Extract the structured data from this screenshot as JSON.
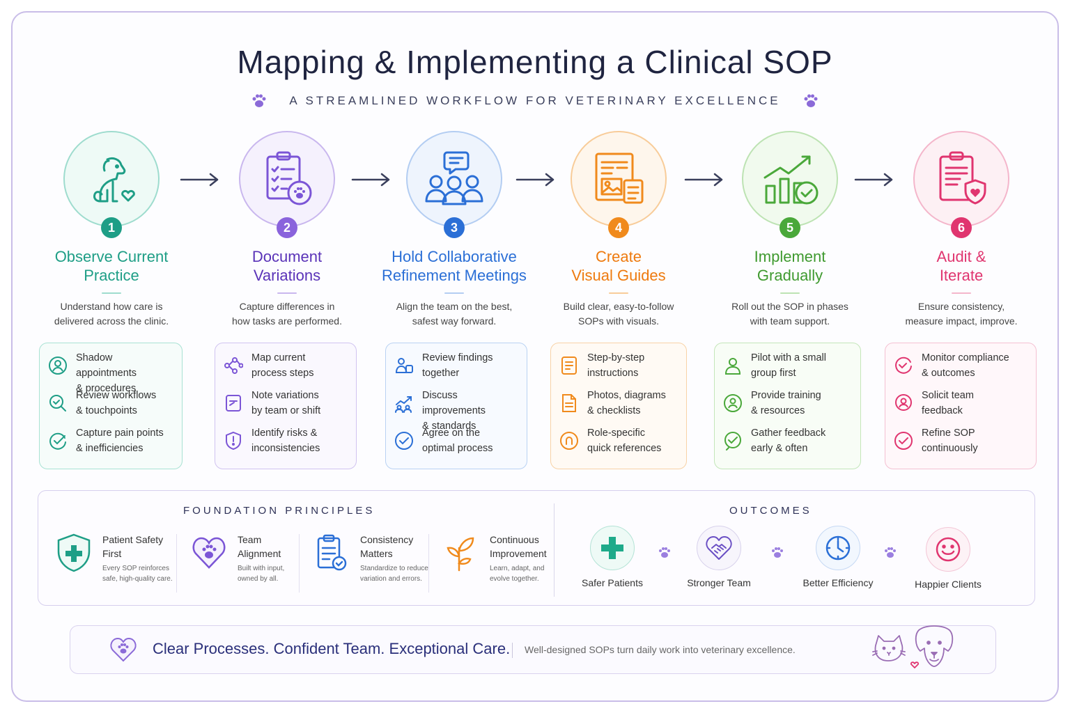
{
  "header": {
    "title": "Mapping & Implementing a Clinical SOP",
    "subtitle": "A STREAMLINED WORKFLOW FOR VETERINARY EXCELLENCE"
  },
  "steps": [
    {
      "number": "1",
      "title_line1": "Observe Current",
      "title_line2": "Practice",
      "desc_line1": "Understand how care is",
      "desc_line2": "delivered across the clinic.",
      "color": "#1e9e86",
      "icon": "dog-heart-icon",
      "items": [
        {
          "icon": "person-circle-icon",
          "line1": "Shadow appointments",
          "line2": "& procedures"
        },
        {
          "icon": "magnify-check-icon",
          "line1": "Review workflows",
          "line2": "& touchpoints"
        },
        {
          "icon": "check-arrow-icon",
          "line1": "Capture pain points",
          "line2": "& inefficiencies"
        }
      ]
    },
    {
      "number": "2",
      "title_line1": "Document",
      "title_line2": "Variations",
      "desc_line1": "Capture differences in",
      "desc_line2": "how tasks are performed.",
      "color": "#7b55d6",
      "icon": "clipboard-paw-icon",
      "items": [
        {
          "icon": "flow-map-icon",
          "line1": "Map current",
          "line2": "process steps"
        },
        {
          "icon": "note-edit-icon",
          "line1": "Note variations",
          "line2": "by team or shift"
        },
        {
          "icon": "shield-alert-icon",
          "line1": "Identify risks &",
          "line2": "inconsistencies"
        }
      ]
    },
    {
      "number": "3",
      "title_line1": "Hold Collaborative",
      "title_line2": "Refinement Meetings",
      "desc_line1": "Align the team on the best,",
      "desc_line2": "safest way forward.",
      "color": "#2b6fd6",
      "icon": "team-chat-icon",
      "items": [
        {
          "icon": "people-review-icon",
          "line1": "Review findings",
          "line2": "together"
        },
        {
          "icon": "chart-people-icon",
          "line1": "Discuss improvements",
          "line2": "& standards"
        },
        {
          "icon": "check-circle-icon",
          "line1": "Agree on the",
          "line2": "optimal process"
        }
      ]
    },
    {
      "number": "4",
      "title_line1": "Create",
      "title_line2": "Visual Guides",
      "desc_line1": "Build clear, easy-to-follow",
      "desc_line2": "SOPs with visuals.",
      "color": "#f08a1c",
      "icon": "document-image-icon",
      "items": [
        {
          "icon": "list-doc-icon",
          "line1": "Step-by-step",
          "line2": "instructions"
        },
        {
          "icon": "doc-diagram-icon",
          "line1": "Photos, diagrams",
          "line2": "& checklists"
        },
        {
          "icon": "role-badge-icon",
          "line1": "Role-specific",
          "line2": "quick references"
        }
      ]
    },
    {
      "number": "5",
      "title_line1": "Implement",
      "title_line2": "Gradually",
      "desc_line1": "Roll out the SOP in phases",
      "desc_line2": "with team support.",
      "color": "#4aa83a",
      "icon": "growth-chart-check-icon",
      "items": [
        {
          "icon": "person-icon",
          "line1": "Pilot with a small",
          "line2": "group first"
        },
        {
          "icon": "training-icon",
          "line1": "Provide training",
          "line2": "& resources"
        },
        {
          "icon": "feedback-check-icon",
          "line1": "Gather feedback",
          "line2": "early & often"
        }
      ]
    },
    {
      "number": "6",
      "title_line1": "Audit &",
      "title_line2": "Iterate",
      "desc_line1": "Ensure consistency,",
      "desc_line2": "measure impact, improve.",
      "color": "#e0356f",
      "icon": "clipboard-shield-heart-icon",
      "items": [
        {
          "icon": "monitor-check-icon",
          "line1": "Monitor compliance",
          "line2": "& outcomes"
        },
        {
          "icon": "feedback-person-icon",
          "line1": "Solicit team",
          "line2": "feedback"
        },
        {
          "icon": "refine-check-icon",
          "line1": "Refine SOP",
          "line2": "continuously"
        }
      ]
    }
  ],
  "foundation": {
    "heading": "FOUNDATION PRINCIPLES",
    "principles": [
      {
        "title_line1": "Patient Safety",
        "title_line2": "First",
        "sub_line1": "Every SOP reinforces",
        "sub_line2": "safe, high-quality care.",
        "color": "#1e9e86",
        "icon": "shield-cross-icon"
      },
      {
        "title_line1": "Team",
        "title_line2": "Alignment",
        "sub_line1": "Built with input,",
        "sub_line2": "owned by all.",
        "color": "#7b55d6",
        "icon": "heart-paw-icon"
      },
      {
        "title_line1": "Consistency",
        "title_line2": "Matters",
        "sub_line1": "Standardize to reduce",
        "sub_line2": "variation and errors.",
        "color": "#2b6fd6",
        "icon": "clipboard-check-icon"
      },
      {
        "title_line1": "Continuous",
        "title_line2": "Improvement",
        "sub_line1": "Learn, adapt, and",
        "sub_line2": "evolve together.",
        "color": "#f08a1c",
        "icon": "sprout-icon"
      }
    ]
  },
  "outcomes": {
    "heading": "OUTCOMES",
    "items": [
      {
        "label": "Safer Patients",
        "icon": "medical-cross-icon",
        "color": "#1eaa8a"
      },
      {
        "label": "Stronger Team",
        "icon": "handshake-heart-icon",
        "color": "#6a4fc4"
      },
      {
        "label": "Better Efficiency",
        "icon": "clock-icon",
        "color": "#2b6fd6"
      },
      {
        "label": "Happier Clients",
        "icon": "smiley-icon",
        "color": "#e0356f"
      }
    ]
  },
  "footer": {
    "tagline": "Clear Processes.  Confident Team.  Exceptional Care.",
    "note": "Well-designed SOPs turn daily work into veterinary excellence."
  }
}
